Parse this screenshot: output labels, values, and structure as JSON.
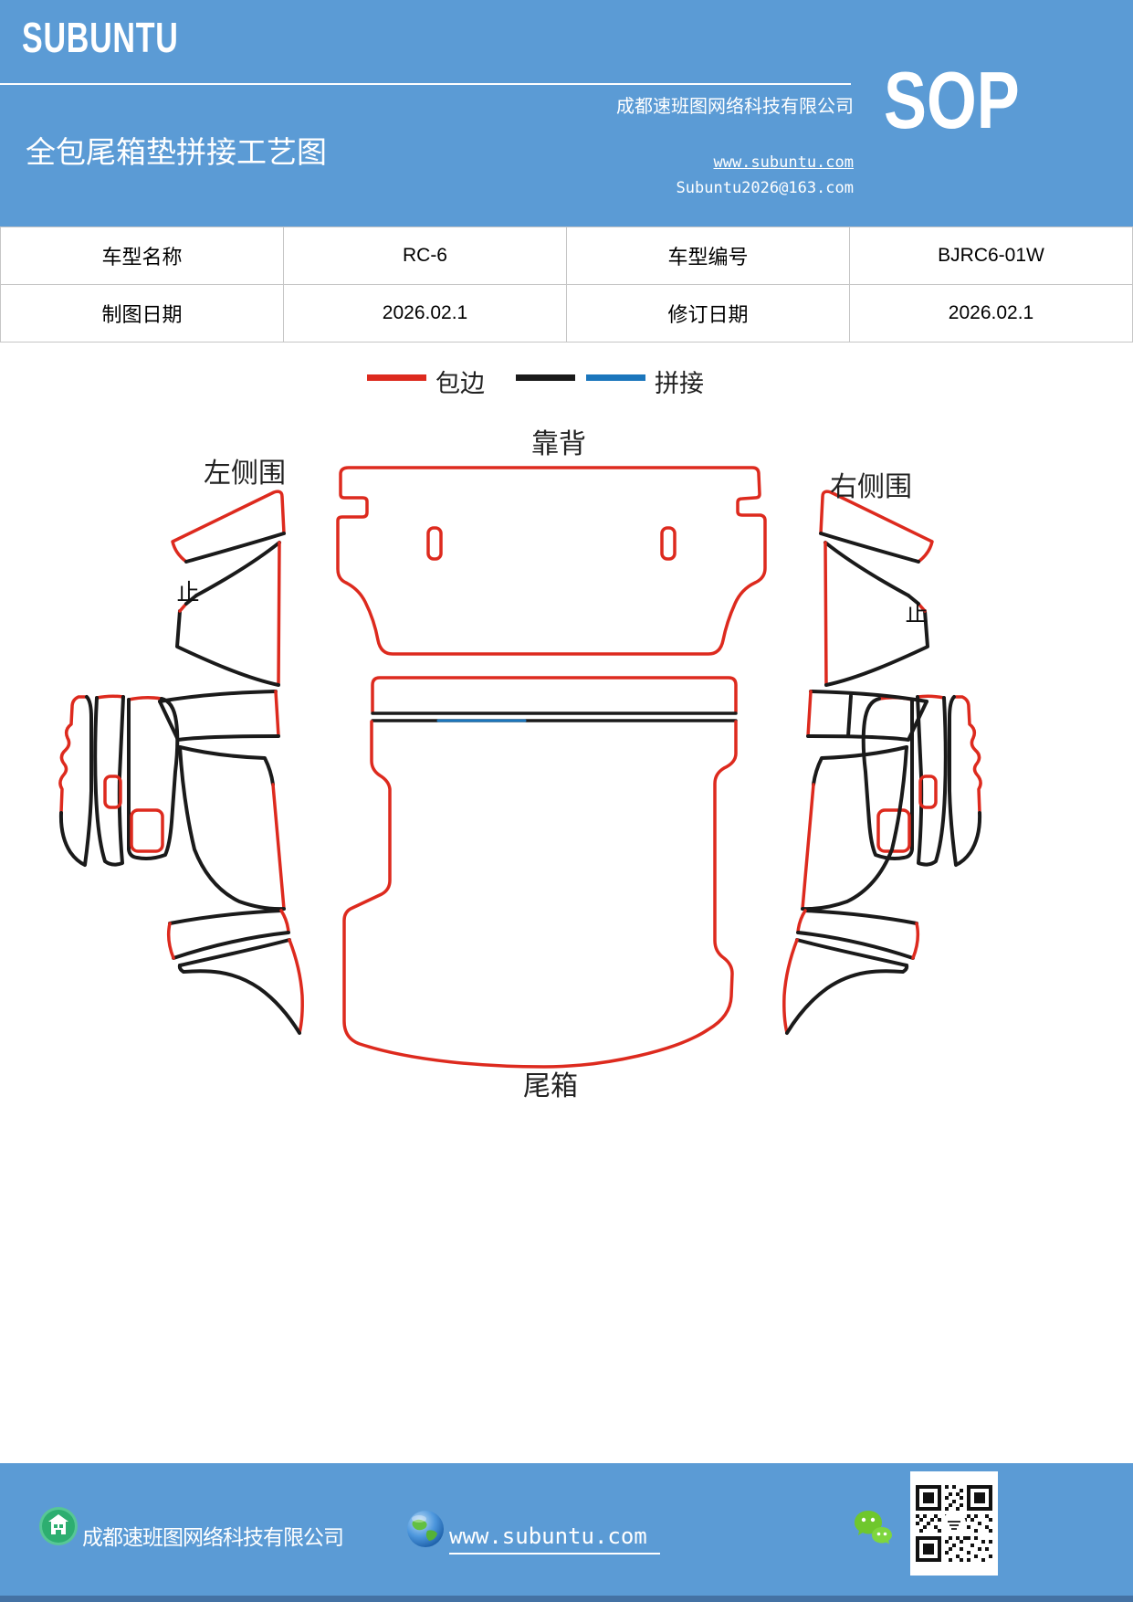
{
  "header": {
    "logo": "SUBUNTU",
    "company": "成都速班图网络科技有限公司",
    "title": "全包尾箱垫拼接工艺图",
    "website": "www.subuntu.com",
    "email": "Subuntu2026@163.com",
    "sop_badge": "SOP",
    "bg_color": "#5B9BD5"
  },
  "info_table": {
    "r1c1": "车型名称",
    "r1c2": "RC-6",
    "r1c3": "车型编号",
    "r1c4": "BJRC6-01W",
    "r2c1": "制图日期",
    "r2c2": "2026.02.1",
    "r2c3": "修订日期",
    "r2c4": "2026.02.1"
  },
  "legend": {
    "edge_label": "包边",
    "splice_label": "拼接",
    "edge_color": "#DD2A1E",
    "splice_black": "#1A1A1A",
    "splice_blue": "#1B76BC"
  },
  "diagram": {
    "backrest_label": "靠背",
    "left_side_label": "左侧围",
    "right_side_label": "右侧围",
    "trunk_label": "尾箱",
    "stop_mark_left": "止",
    "stop_mark_right": "止"
  },
  "footer": {
    "company": "成都速班图网络科技有限公司",
    "website": "www.subuntu.com",
    "icons": [
      "building-icon",
      "globe-icon",
      "wechat-icon",
      "qr-code"
    ]
  }
}
